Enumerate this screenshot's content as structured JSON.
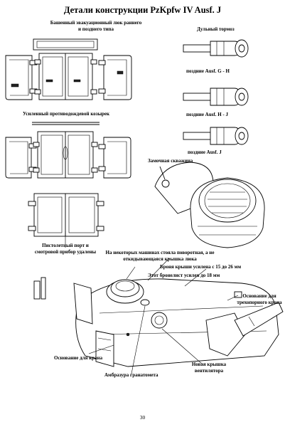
{
  "page": {
    "title": "Детали конструкции PzKpfw IV Ausf. J",
    "page_number": "30"
  },
  "labels": {
    "hatch_escape": "Башенный эвакуационный люк раннего и позднего типа",
    "muzzle_brake": "Дульный тормоз",
    "late_g_h": "поздние Ausf. G - H",
    "late_h_j": "поздние Ausf. H - J",
    "late_j": "поздние Ausf. J",
    "rain_visor": "Усиленный противодождевой козырек",
    "keyhole": "Замочная скважина",
    "pistol_port": "Пистолетный порт и смотровой прибор удалены",
    "rotating_hatch": "На некоторых машинах стояла поворотная, а не откидывающаяся крышка люка",
    "roof_armor": "Броня крыши усилена с 15 до 26 мм",
    "plate_armor": "Этот бронелист усилен до 18 мм",
    "crane_base_right": "Основание для трехопорного крана",
    "crane_base_left": "Основание для крана",
    "fan_cover": "Новая крышка вентилятора",
    "grenade_port": "Амбразура гранатомета"
  }
}
